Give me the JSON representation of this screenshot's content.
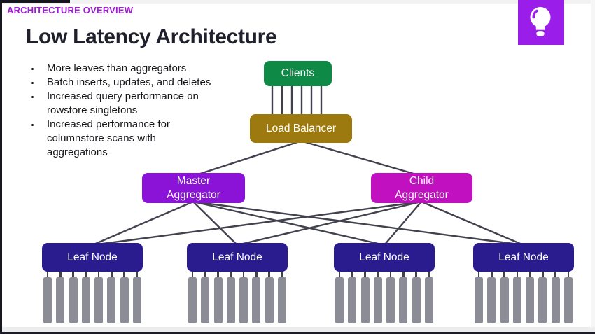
{
  "header": {
    "label": "ARCHITECTURE OVERVIEW"
  },
  "title": "Low Latency Architecture",
  "bullets": [
    "More leaves than aggregators",
    "Batch inserts, updates, and deletes",
    "Increased query performance on\nrowstore singletons",
    "Increased performance for\ncolumnstore scans with\naggregations"
  ],
  "icon": {
    "name": "lightbulb-icon",
    "tile_color": "#9b1de9"
  },
  "diagram": {
    "nodes": {
      "clients": {
        "label": "Clients",
        "color": "#0e8a46"
      },
      "load_balancer": {
        "label": "Load Balancer",
        "color": "#9c7a10"
      },
      "master_aggregator": {
        "label": "Master\nAggregator",
        "color": "#8b13d8"
      },
      "child_aggregator": {
        "label": "Child\nAggregator",
        "color": "#c110c0"
      }
    },
    "leaf_nodes": [
      {
        "label": "Leaf Node"
      },
      {
        "label": "Leaf Node"
      },
      {
        "label": "Leaf Node"
      },
      {
        "label": "Leaf Node"
      }
    ],
    "leaf_color": "#2a1b8f",
    "partition_color": "#8c8c96",
    "connector_color": "#42424e",
    "partitions_per_leaf": 8,
    "client_connections": 6
  },
  "colors": {
    "accent_purple": "#a21bd7",
    "frame_dark": "#17171f",
    "slide_background": "#ffffff",
    "title_text": "#20202c"
  }
}
